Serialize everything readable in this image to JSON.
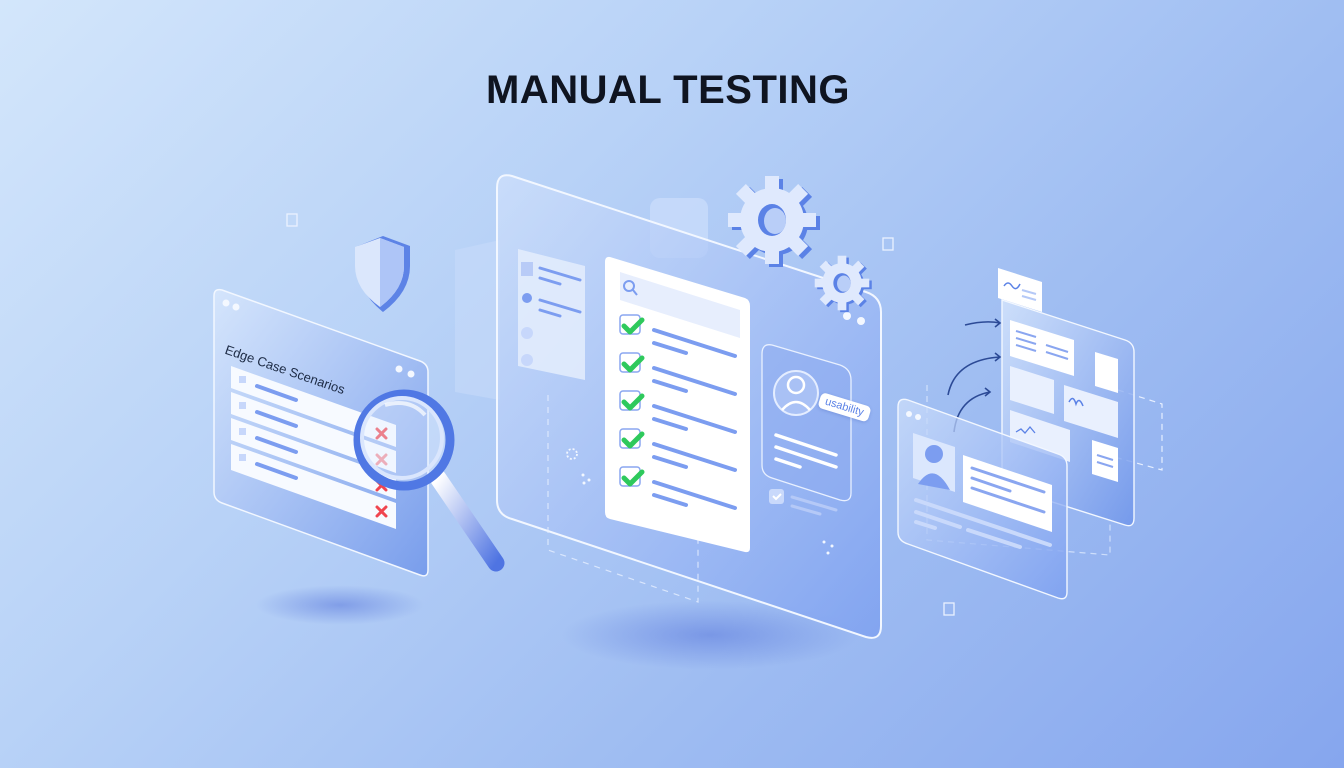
{
  "title": "MANUAL TESTING",
  "colors": {
    "background_light": "#d3e6fb",
    "background_dark": "#86a6ee",
    "accent_blue": "#5b82e6",
    "check_green": "#2ec95c",
    "error_red": "#f0454f",
    "panel_white": "#ffffff"
  },
  "left_panel": {
    "heading": "Edge Case Scenarios",
    "rows": [
      {
        "status": "fail",
        "icon": "x-icon"
      },
      {
        "status": "fail",
        "icon": "x-icon"
      },
      {
        "status": "fail",
        "icon": "x-icon"
      },
      {
        "status": "fail",
        "icon": "x-icon"
      }
    ]
  },
  "center_panel": {
    "search_icon": "search-icon",
    "checklist": [
      {
        "status": "pass",
        "icon": "check-icon"
      },
      {
        "status": "pass",
        "icon": "check-icon"
      },
      {
        "status": "pass",
        "icon": "check-icon"
      },
      {
        "status": "pass",
        "icon": "check-icon"
      },
      {
        "status": "pass",
        "icon": "check-icon"
      }
    ],
    "profile_card": {
      "tag": "usability"
    }
  },
  "icons": [
    "shield-icon",
    "magnifier-icon",
    "gear-icon",
    "gear-small-icon",
    "user-icon",
    "arrow-icon"
  ]
}
